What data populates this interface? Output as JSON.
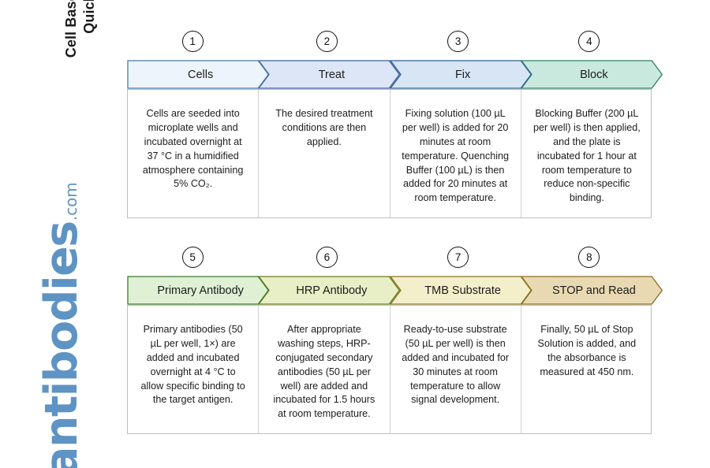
{
  "branding": {
    "title_line_1": "Cell Based ELISA Kits",
    "title_line_2": "Quick Protocol",
    "logo_word": "antibodies",
    "logo_tld": ".com",
    "logo_color": "#5e93c4"
  },
  "diagram": {
    "type": "process-flow-chevrons",
    "rows": [
      {
        "row_index": 1,
        "steps": [
          {
            "number": "1",
            "label": "Cells",
            "fill": "#eef4fb",
            "stroke": "#4878a8",
            "description": "Cells are seeded into microplate wells and incubated overnight at 37 °C in a humidified atmosphere containing 5% CO₂."
          },
          {
            "number": "2",
            "label": "Treat",
            "fill": "#dde6f7",
            "stroke": "#3a5fa0",
            "description": "The desired treatment conditions are then applied."
          },
          {
            "number": "3",
            "label": "Fix",
            "fill": "#d7e5f5",
            "stroke": "#2f6090",
            "description": "Fixing solution (100 µL per well) is added for 20 minutes at room temperature. Quenching Buffer (100 µL) is then added for 20 minutes at room temperature."
          },
          {
            "number": "4",
            "label": "Block",
            "fill": "#c9e9de",
            "stroke": "#2e7d6b",
            "description": "Blocking Buffer (200 µL per well) is then applied, and the plate is incubated for 1 hour at room temperature to reduce non-specific binding."
          }
        ]
      },
      {
        "row_index": 2,
        "steps": [
          {
            "number": "5",
            "label": "Primary Antibody",
            "fill": "#dff0d4",
            "stroke": "#3c7a2a",
            "description": "Primary antibodies (50 µL per well, 1×) are added and incubated overnight at 4 °C to allow specific binding to the target antigen."
          },
          {
            "number": "6",
            "label": "HRP Antibody",
            "fill": "#e8eec6",
            "stroke": "#6b7a1f",
            "description": "After appropriate washing steps, HRP-conjugated secondary antibodies (50 µL per well) are added and incubated for 1.5 hours at room temperature."
          },
          {
            "number": "7",
            "label": "TMB Substrate",
            "fill": "#f4efcb",
            "stroke": "#8a7320",
            "description": "Ready-to-use substrate (50 µL per well) is then added and incubated for 30 minutes at room temperature to allow signal development."
          },
          {
            "number": "8",
            "label": "STOP and Read",
            "fill": "#e9d9b3",
            "stroke": "#8a6d22",
            "description": "Finally, 50 µL of Stop Solution is added, and the absorbance is measured at 450 nm."
          }
        ]
      }
    ]
  }
}
